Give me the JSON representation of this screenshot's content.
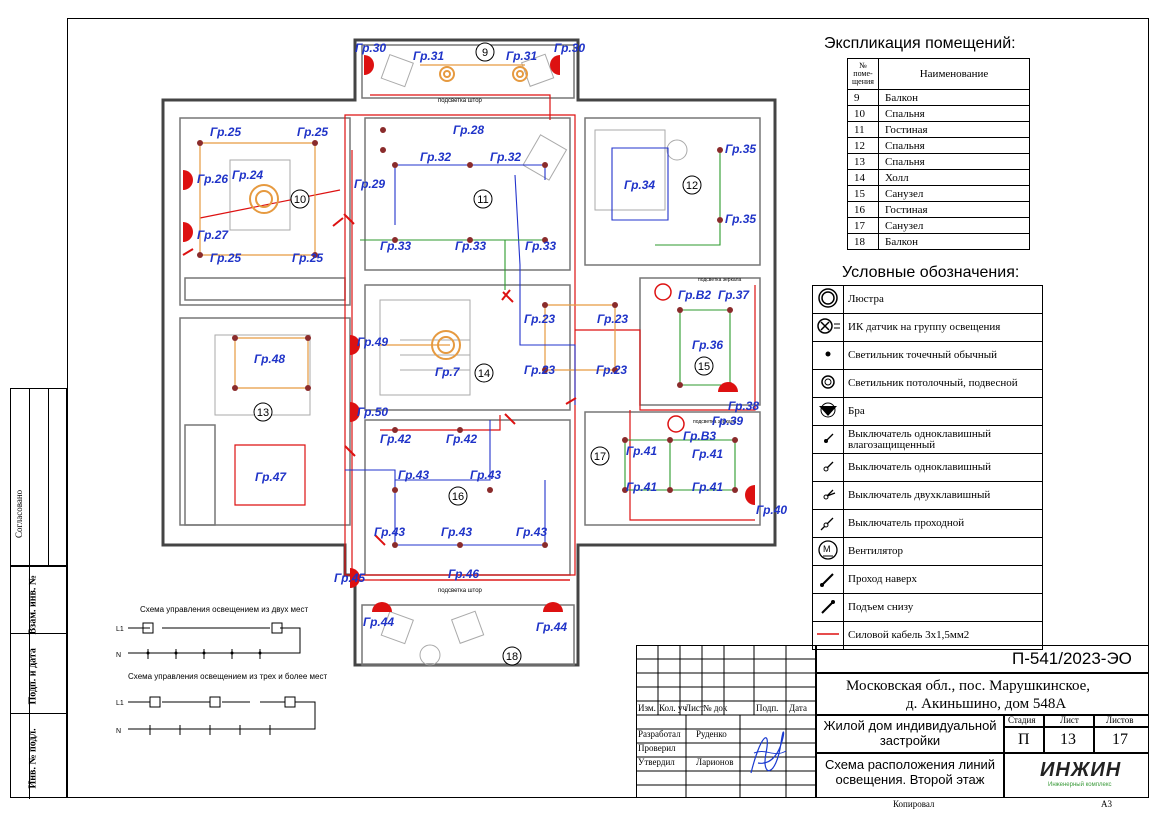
{
  "explication": {
    "title": "Экспликация помещений:",
    "col_num": "№ поме-щения",
    "col_name": "Наименование",
    "rows": [
      {
        "num": "9",
        "name": "Балкон"
      },
      {
        "num": "10",
        "name": "Спальня"
      },
      {
        "num": "11",
        "name": "Гостиная"
      },
      {
        "num": "12",
        "name": "Спальня"
      },
      {
        "num": "13",
        "name": "Спальня"
      },
      {
        "num": "14",
        "name": "Холл"
      },
      {
        "num": "15",
        "name": "Санузел"
      },
      {
        "num": "16",
        "name": "Гостиная"
      },
      {
        "num": "17",
        "name": "Санузел"
      },
      {
        "num": "18",
        "name": "Балкон"
      }
    ]
  },
  "legend": {
    "title": "Условные обозначения:",
    "items": [
      {
        "icon": "chandelier-icon",
        "label": "Люстра"
      },
      {
        "icon": "ir-sensor-icon",
        "label": "ИК датчик на группу освещения"
      },
      {
        "icon": "spotlight-icon",
        "label": "Светильник точечный обычный"
      },
      {
        "icon": "ceiling-light-icon",
        "label": "Светильник потолочный, подвесной"
      },
      {
        "icon": "sconce-icon",
        "label": "Бра"
      },
      {
        "icon": "switch-waterproof-icon",
        "label": "Выключатель одноклавишный влагозащищенный"
      },
      {
        "icon": "switch-single-icon",
        "label": "Выключатель одноклавишный"
      },
      {
        "icon": "switch-double-icon",
        "label": "Выключатель двухклавишный"
      },
      {
        "icon": "switch-passthrough-icon",
        "label": "Выключатель проходной"
      },
      {
        "icon": "fan-icon",
        "label": "Вентилятор"
      },
      {
        "icon": "pass-up-icon",
        "label": "Проход наверх"
      },
      {
        "icon": "rise-bottom-icon",
        "label": "Подъем снизу"
      },
      {
        "icon": "power-cable-icon",
        "label": "Силовой кабель 3х1,5мм2"
      }
    ]
  },
  "schemes": {
    "two_places": "Схема управления освещением из двух мест",
    "three_places": "Схема управления освещением из трех и более мест",
    "l1": "L1",
    "n": "N"
  },
  "plan": {
    "rooms": [
      "9",
      "10",
      "11",
      "12",
      "13",
      "14",
      "15",
      "16",
      "17",
      "18"
    ],
    "groups": {
      "g25": "Гр.25",
      "g24": "Гр.24",
      "g26": "Гр.26",
      "g27": "Гр.27",
      "g28": "Гр.28",
      "g29": "Гр.29",
      "g30": "Гр.30",
      "g31": "Гр.31",
      "g32": "Гр.32",
      "g33": "Гр.33",
      "g34": "Гр.34",
      "g35": "Гр.35",
      "g37": "Гр.37",
      "gb2": "Гр.В2",
      "g36": "Гр.36",
      "g38": "Гр.38",
      "g39": "Гр.39",
      "gb3": "Гр.В3",
      "g40": "Гр.40",
      "g41": "Гр.41",
      "g48": "Гр.48",
      "g49": "Гр.49",
      "g50": "Гр.50",
      "g47": "Гр.47",
      "g7": "Гр.7",
      "g23": "Гр.23",
      "g42": "Гр.42",
      "g43": "Гр.43",
      "g45": "Гр.45",
      "g46": "Гр.46",
      "g44": "Гр.44"
    },
    "notes": {
      "curtain_light": "подсветка штор",
      "mirror_light": "подсветка зеркала",
      "mirror_light_2": "подсветка зеркала"
    }
  },
  "side_labels": {
    "agreed": "Согласовано",
    "inv_no": "Взам. инв. №",
    "sign_date": "Подп. и дата",
    "inv_orig": "Инв. № подл."
  },
  "title_block": {
    "code": "П-541/2023-ЭО",
    "address_line1": "Московская обл., пос. Марушкинское,",
    "address_line2": "д. Акиньшино, дом 548А",
    "object": "Жилой дом индивидуальной застройки",
    "sheet_title": "Схема расположения линий освещения. Второй этаж",
    "stage_label": "Стадия",
    "sheet_label": "Лист",
    "sheets_label": "Листов",
    "stage": "П",
    "sheet": "13",
    "sheets": "17",
    "col_izm": "Изм.",
    "col_kol": "Кол. уч",
    "col_list": "Лист",
    "col_doc": "№ док",
    "col_sign": "Подп.",
    "col_date": "Дата",
    "role1": "Разработал",
    "name1": "Руденко",
    "role2": "Проверил",
    "role3": "Утвердил",
    "name3": "Ларионов",
    "logo": "ИНЖИН",
    "logo_sub": "Инженерный комплекс",
    "copied": "Копировал",
    "format": "А3"
  }
}
